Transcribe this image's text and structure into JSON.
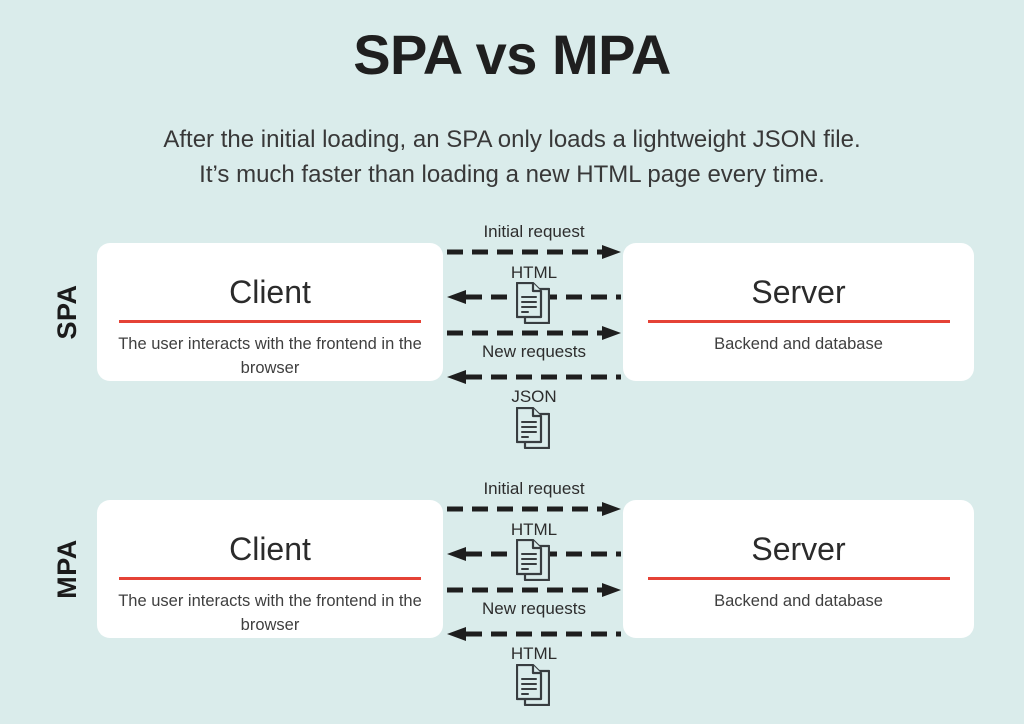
{
  "title": "SPA vs MPA",
  "subtitle": {
    "line1": "After the initial loading, an SPA only loads a lightweight JSON file.",
    "line2": "It’s much faster than loading a new HTML page every time."
  },
  "colors": {
    "background": "#daeceb",
    "card": "#ffffff",
    "divider_red": "#e54236",
    "arrow_black": "#1e1e1e",
    "icon_stroke": "#383d40"
  },
  "rows": [
    {
      "id": "spa",
      "label": "SPA",
      "client": {
        "title": "Client",
        "description": "The user interacts with the frontend in the browser"
      },
      "server": {
        "title": "Server",
        "description": "Backend and database"
      },
      "flow": [
        {
          "label": "Initial request",
          "direction": "client-to-server"
        },
        {
          "label": "HTML",
          "direction": "server-to-client",
          "icon": "document-icon"
        },
        {
          "label": "New requests",
          "direction": "client-to-server"
        },
        {
          "label": "JSON",
          "direction": "server-to-client",
          "icon": "document-icon"
        }
      ]
    },
    {
      "id": "mpa",
      "label": "MPA",
      "client": {
        "title": "Client",
        "description": "The user interacts with the frontend in the browser"
      },
      "server": {
        "title": "Server",
        "description": "Backend and database"
      },
      "flow": [
        {
          "label": "Initial request",
          "direction": "client-to-server"
        },
        {
          "label": "HTML",
          "direction": "server-to-client",
          "icon": "document-icon"
        },
        {
          "label": "New requests",
          "direction": "client-to-server"
        },
        {
          "label": "HTML",
          "direction": "server-to-client",
          "icon": "document-icon"
        }
      ]
    }
  ]
}
